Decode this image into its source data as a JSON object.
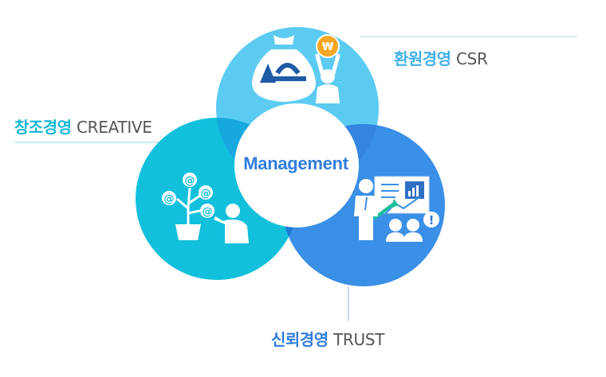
{
  "center": {
    "label": "Management"
  },
  "labels": {
    "csr": {
      "kr": "환원경영",
      "en": "CSR"
    },
    "creative": {
      "kr": "창조경영",
      "en": "CREATIVE"
    },
    "trust": {
      "kr": "신뢰경영",
      "en": "TRUST"
    }
  },
  "colors": {
    "csr_circle": "#5ccbf2",
    "creative_circle": "#12c0dc",
    "trust_circle": "#3a8fe6",
    "overlap": "#2a7fd6",
    "center_text": "#2f7ddd",
    "coin": "#f5a623"
  },
  "icons": {
    "csr": [
      "money-bag-icon",
      "won-coin-icon",
      "person-holding-coin-icon"
    ],
    "creative": [
      "at-sign-tree-icon",
      "person-icon"
    ],
    "trust": [
      "presenter-icon",
      "chart-board-icon",
      "audience-icon",
      "exclamation-icon"
    ]
  }
}
